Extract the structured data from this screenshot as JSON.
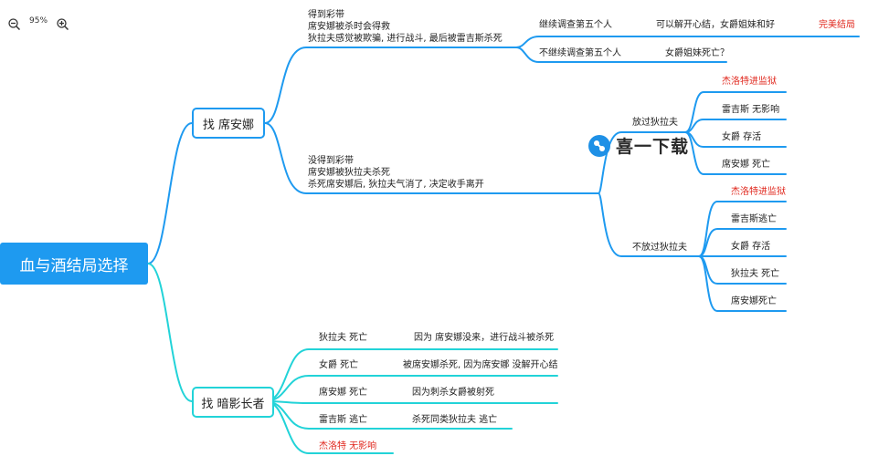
{
  "toolbar": {
    "zoom_level": "95%",
    "zoom_out_icon": "zoom-out-icon",
    "zoom_in_icon": "zoom-in-icon"
  },
  "root": {
    "label": "血与酒结局选择"
  },
  "branch_a": {
    "label": "找 席安娜",
    "got_ribbon": {
      "lines": [
        "得到彩带",
        "席安娜被杀时会得救",
        "狄拉夫感觉被欺骗, 进行战斗, 最后被雷吉斯杀死"
      ],
      "continue": {
        "label": "继续调查第五个人",
        "result": "可以解开心结，女爵姐妹和好",
        "tag": "完美结局"
      },
      "stop": {
        "label": "不继续调查第五个人",
        "result": "女爵姐妹死亡？"
      }
    },
    "no_ribbon": {
      "lines": [
        "没得到彩带",
        "席安娜被狄拉夫杀死",
        "杀死席安娜后, 狄拉夫气消了, 决定收手离开"
      ],
      "release": {
        "label": "放过狄拉夫",
        "items": [
          "杰洛特进监狱",
          "雷吉斯 无影响",
          "女爵 存活",
          "席安娜 死亡"
        ]
      },
      "no_release": {
        "label": "不放过狄拉夫",
        "items": [
          "杰洛特进监狱",
          "雷吉斯逃亡",
          "女爵 存活",
          "狄拉夫 死亡",
          "席安娜死亡"
        ]
      }
    }
  },
  "branch_b": {
    "label": "找 暗影长者",
    "rows": [
      {
        "who": "狄拉夫  死亡",
        "why": "因为 席安娜没来，进行战斗被杀死"
      },
      {
        "who": "女爵  死亡",
        "why": "被席安娜杀死, 因为席安娜 没解开心结"
      },
      {
        "who": "席安娜  死亡",
        "why": "因为刺杀女爵被射死"
      },
      {
        "who": "雷吉斯  逃亡",
        "why": "杀死同类狄拉夫 逃亡"
      },
      {
        "who": "杰洛特  无影响",
        "why": ""
      }
    ]
  },
  "watermark": {
    "text": "喜一下载"
  },
  "colors": {
    "blue": "#1e9af0",
    "cyan": "#22d3d8",
    "red": "#e0281e"
  }
}
